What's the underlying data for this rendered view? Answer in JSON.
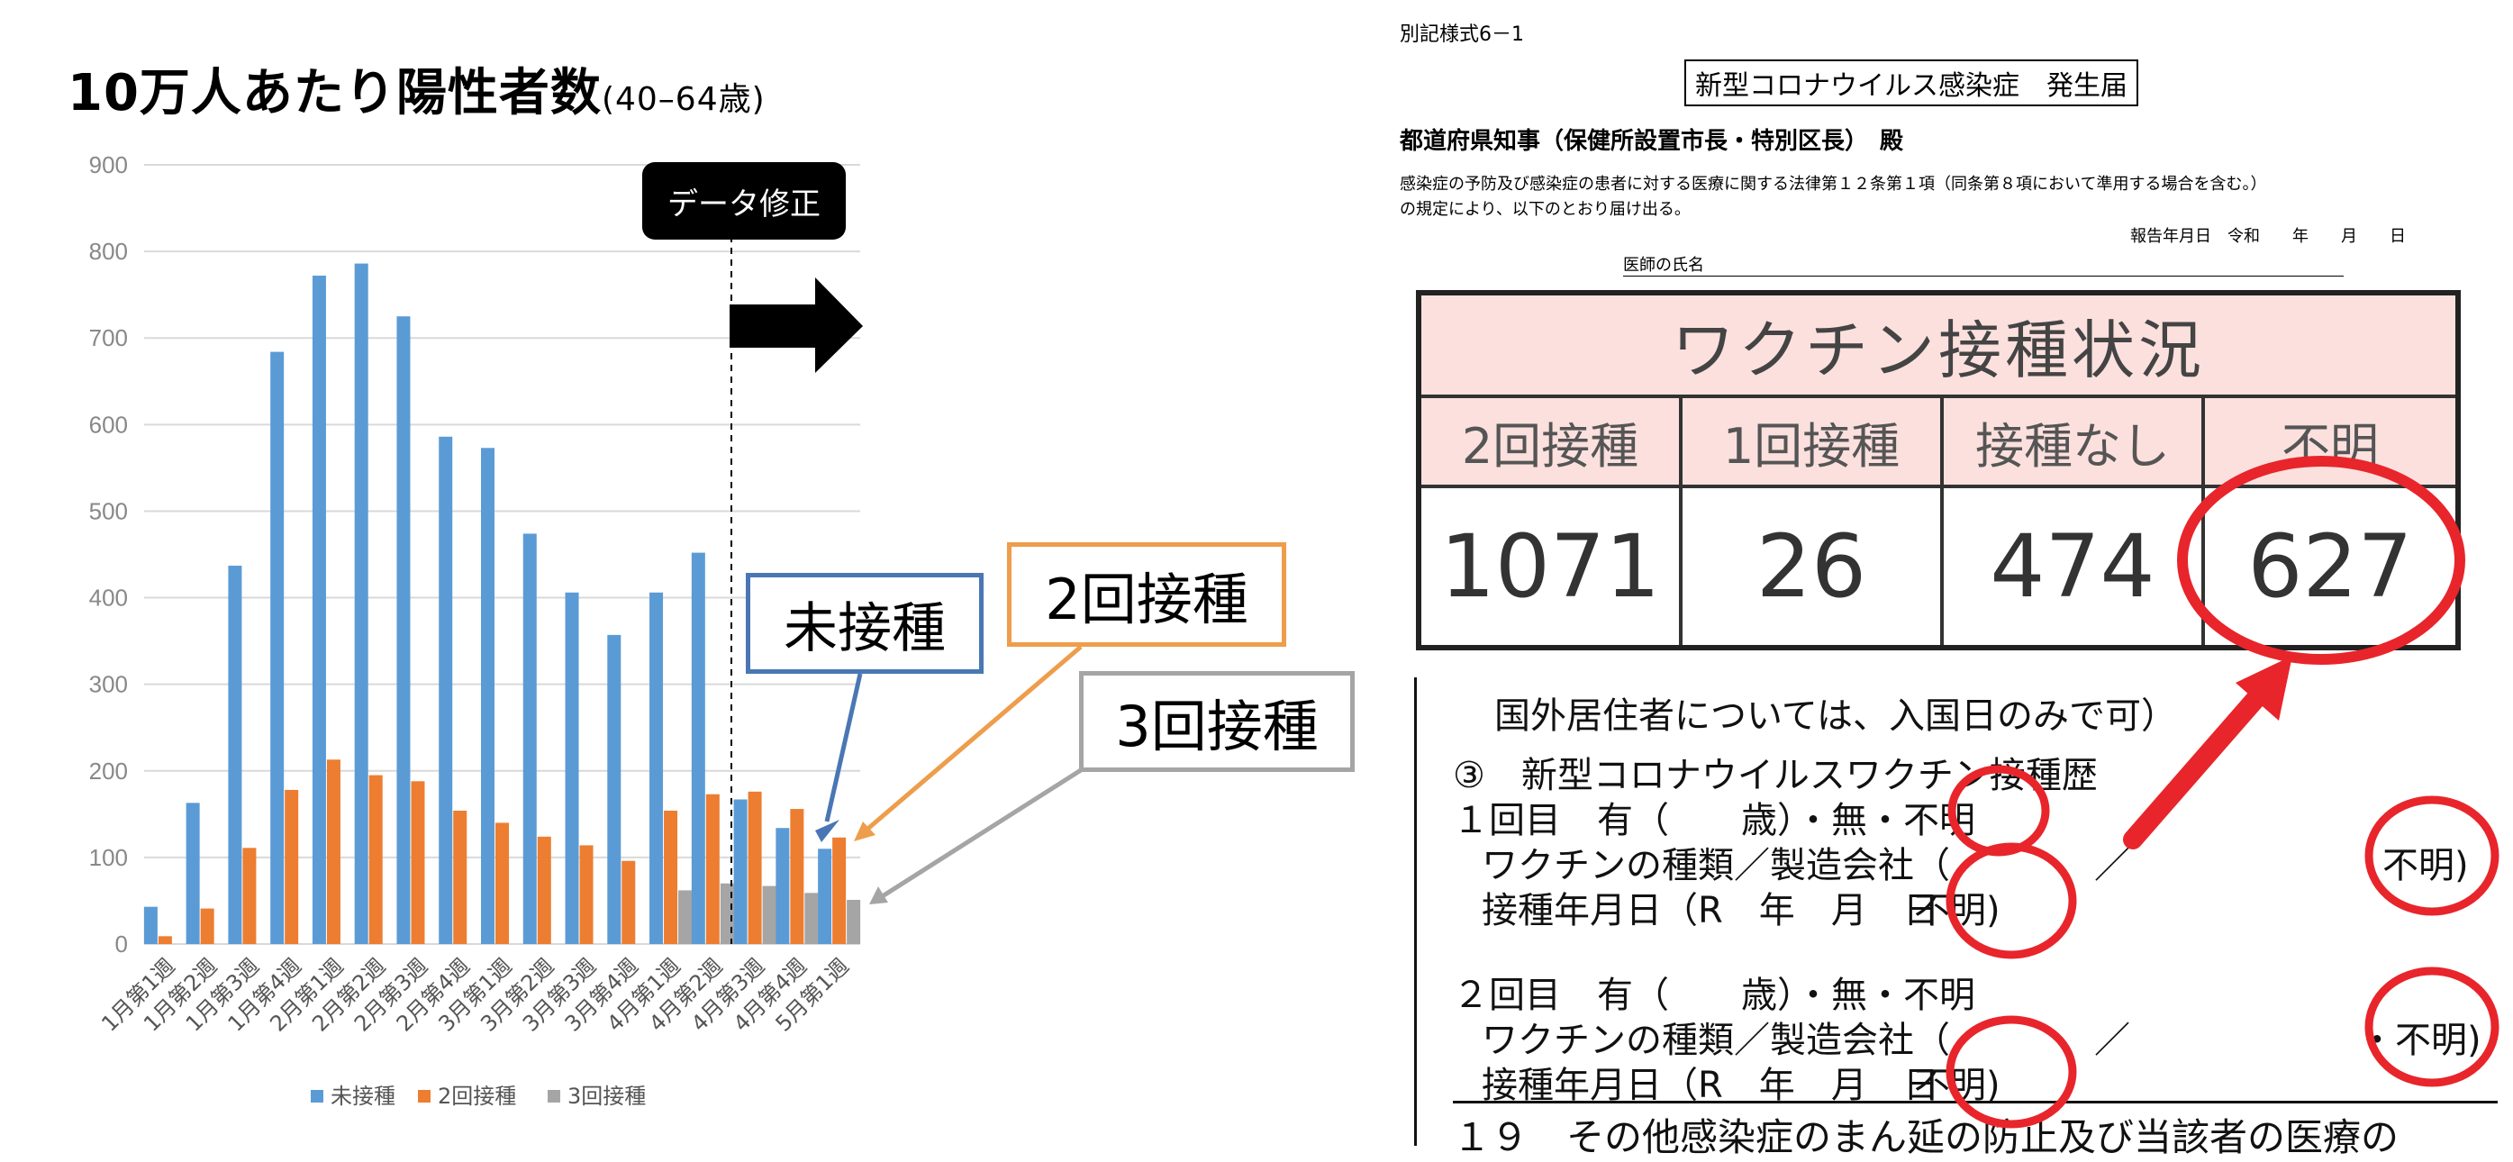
{
  "chart": {
    "title_main": "10万人あたり陽性者数",
    "title_sub": "(40–64歳)",
    "data_fix_label": "データ修正",
    "callouts": {
      "unvaccinated": "未接種",
      "dose2": "2回接種",
      "dose3": "3回接種"
    }
  },
  "chart_data": {
    "type": "bar",
    "title": "10万人あたり陽性者数(40–64歳)",
    "categories": [
      "1月第1週",
      "1月第2週",
      "1月第3週",
      "1月第4週",
      "2月第1週",
      "2月第2週",
      "2月第3週",
      "2月第4週",
      "3月第1週",
      "3月第2週",
      "3月第3週",
      "3月第4週",
      "4月第1週",
      "4月第2週",
      "4月第3週",
      "4月第4週",
      "5月第1週"
    ],
    "series": [
      {
        "name": "未接種",
        "color": "#5b9bd5",
        "values": [
          43,
          163,
          437,
          684,
          772,
          786,
          725,
          586,
          573,
          474,
          406,
          357,
          406,
          452,
          167,
          134,
          110
        ]
      },
      {
        "name": "2回接種",
        "color": "#ed7d31",
        "values": [
          9,
          41,
          111,
          178,
          213,
          195,
          188,
          154,
          140,
          124,
          114,
          96,
          154,
          173,
          176,
          156,
          123
        ]
      },
      {
        "name": "3回接種",
        "color": "#a5a5a5",
        "values": [
          0,
          0,
          0,
          0,
          0,
          0,
          0,
          0,
          0,
          0,
          0,
          0,
          62,
          70,
          67,
          59,
          51
        ]
      }
    ],
    "ylim": [
      0,
      900
    ],
    "yticks": [
      0,
      100,
      200,
      300,
      400,
      500,
      600,
      700,
      800,
      900
    ],
    "grid": true,
    "legend": "bottom"
  },
  "form": {
    "form_id": "別記様式6－1",
    "title": "新型コロナウイルス感染症　発生届",
    "addressee": "都道府県知事（保健所設置市長・特別区長）　殿",
    "law_line1": "感染症の予防及び感染症の患者に対する医療に関する法律第１２条第１項（同条第８項において準用する場合を含む。）",
    "law_line2": "の規定により、以下のとおり届け出る。",
    "report_date": "報告年月日　令和　　年　　月　　日",
    "doctor_name": "医師の氏名",
    "vax_table": {
      "header": "ワクチン接種状況",
      "columns": [
        {
          "label": "2回接種",
          "value": "1071"
        },
        {
          "label": "1回接種",
          "value": "26"
        },
        {
          "label": "接種なし",
          "value": "474"
        },
        {
          "label": "不明",
          "value": "627"
        }
      ]
    },
    "history": {
      "note": "国外居住者については、入国日のみで可）",
      "heading": "③　新型コロナウイルスワクチン接種歴",
      "dose1_row": "１回目　有（　　歳）・無・不明",
      "dose1_maker": "ワクチンの種類／製造会社（　　　　／",
      "dose1_date": "接種年月日（R　年　月　日",
      "dose2_row": "２回目　有（　　歳）・無・不明",
      "dose2_maker": "ワクチンの種類／製造会社（　　　　／",
      "dose2_date": "接種年月日（R　年　月　日",
      "item19": "１９　その他感染症のまん延の防止及び当該者の医療の",
      "unknown_maker": "不明)",
      "unknown_date": "不明)",
      "unknown_maker2": "・不明)"
    }
  }
}
